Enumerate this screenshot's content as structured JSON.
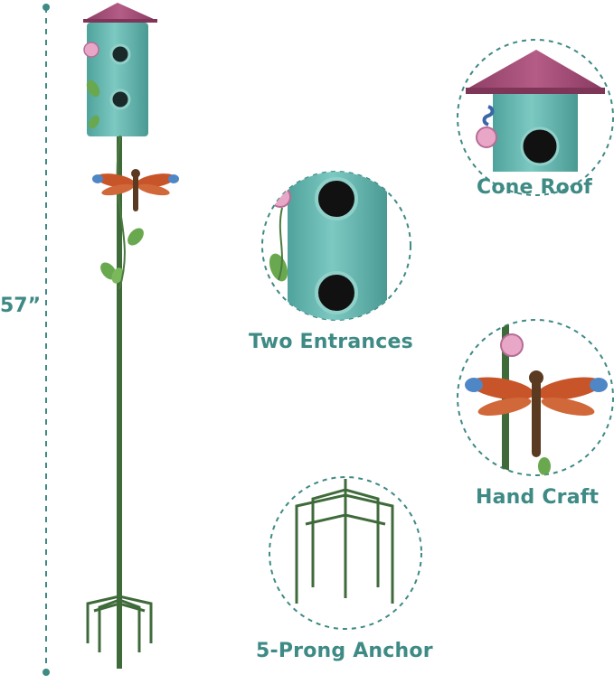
{
  "height_label": "57”",
  "features": [
    {
      "name": "cone-roof",
      "label": "Cone Roof"
    },
    {
      "name": "two-entrances",
      "label": "Two Entrances"
    },
    {
      "name": "hand-craft",
      "label": "Hand Craft"
    },
    {
      "name": "prong-anchor",
      "label": "5-Prong Anchor"
    }
  ],
  "colors": {
    "accent": "#3e8a84",
    "roof": "#a8507a",
    "body": "#6cbab4",
    "pole": "#3f6b3b",
    "dragonfly_wing": "#c8552a",
    "wing_tip": "#4f86c6"
  }
}
